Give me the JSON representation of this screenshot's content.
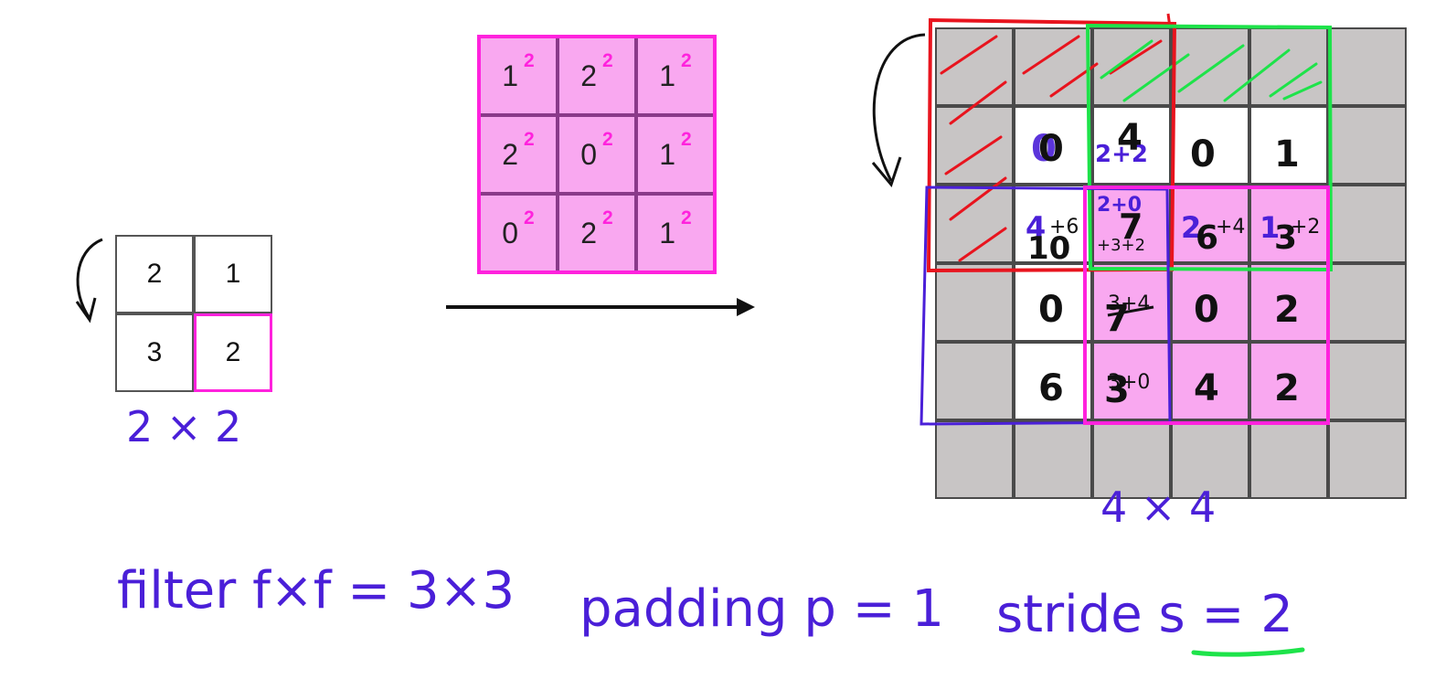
{
  "input": {
    "cells": [
      "2",
      "1",
      "3",
      "2"
    ],
    "size_label": "2 × 2"
  },
  "filter": {
    "cells": [
      "1",
      "2",
      "1",
      "2",
      "0",
      "1",
      "0",
      "2",
      "1"
    ],
    "superscript": "2"
  },
  "output": {
    "values": [
      "0",
      "4",
      "0",
      "1",
      "10",
      "7",
      "6",
      "3",
      "0",
      "7",
      "0",
      "2",
      "6",
      "3",
      "4",
      "2"
    ],
    "size_label": "4 × 4",
    "annotations": {
      "r0c0_overwrite": "0",
      "r0c1_partial": "2+2",
      "r1c0_partial": "4",
      "r1c0_add": "+6",
      "r1c1_top": "2+0",
      "r1c1_bottom": "+3+2",
      "r1c2_partial": "2",
      "r1c2_add": "+4",
      "r1c3_partial": "1",
      "r1c3_add": "+2",
      "r2c1_add": "3+4",
      "r3c1_add": "3+0"
    }
  },
  "labels": {
    "filter": "filter f×f = 3×3",
    "padding": "padding p = 1",
    "stride": "stride s = 2"
  },
  "colors": {
    "pink": "#ff22dd",
    "pink_fill": "#f9a8f0",
    "red": "#e8141e",
    "green": "#1ee34a",
    "purple": "#4a1fd8",
    "padding_gray": "#c8c5c5"
  }
}
